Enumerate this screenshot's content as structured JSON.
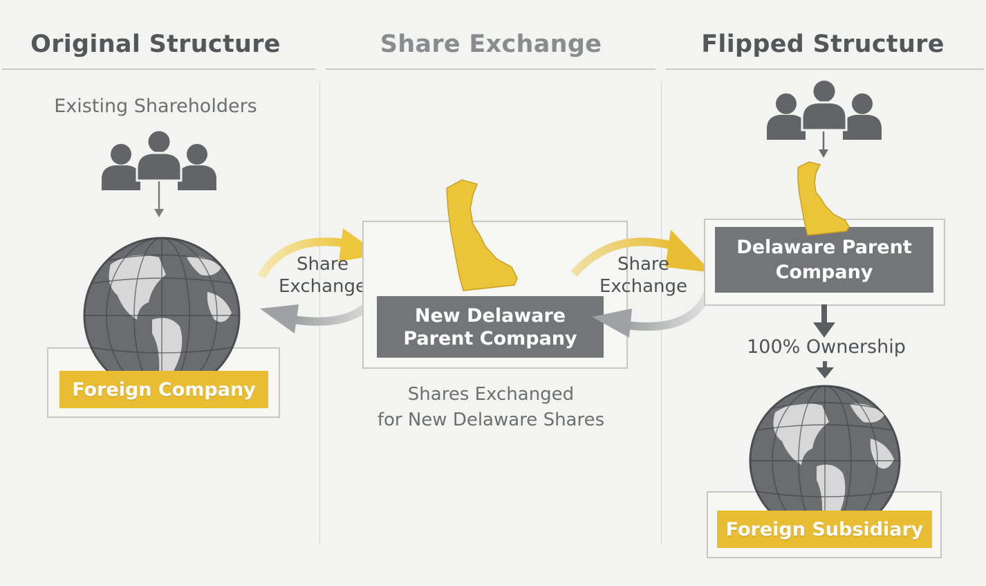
{
  "columns": {
    "original": {
      "title": "Original Structure",
      "caption": "Existing Shareholders",
      "company": "Foreign Company"
    },
    "exchange": {
      "title": "Share Exchange",
      "arrow_label_line1": "Share",
      "arrow_label_line2": "Exchange",
      "company_line1": "New Delaware",
      "company_line2": "Parent Company",
      "note_line1": "Shares Exchanged",
      "note_line2": "for New Delaware Shares"
    },
    "flipped": {
      "title": "Flipped Structure",
      "arrow_label_line1": "Share",
      "arrow_label_line2": "Exchange",
      "parent_line1": "Delaware Parent",
      "parent_line2": "Company",
      "ownership": "100% Ownership",
      "subsidiary": "Foreign Subsidiary"
    }
  },
  "icons": [
    "shareholders-icon",
    "globe-icon",
    "delaware-state-icon",
    "exchange-arrows-icon",
    "down-arrow-icon"
  ],
  "colors": {
    "accent": "#e8bd33",
    "box_gray": "#747578",
    "icon_gray": "#636467",
    "background": "#f3f3f2"
  }
}
